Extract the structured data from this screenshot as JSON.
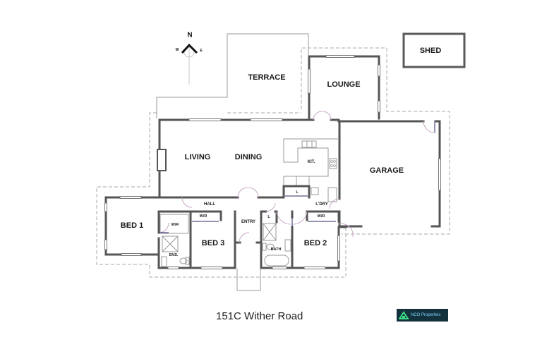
{
  "plan": {
    "title": "151C Wither Road",
    "compass": {
      "north": "N",
      "west": "W",
      "east": "E"
    },
    "rooms": {
      "shed": "SHED",
      "terrace": "TERRACE",
      "lounge": "LOUNGE",
      "living": "LIVING",
      "dining": "DINING",
      "kitchen": "KIT.",
      "garage": "GARAGE",
      "hall": "HALL",
      "laundry": "L'DRY",
      "linen_kitchen": "L",
      "linen_bath": "L",
      "bed1": "BED 1",
      "bed1_wardrobe": "W/R",
      "ensuite": "ENS.",
      "bed3": "BED 3",
      "bed3_wardrobe": "W/R",
      "entry": "ENTRY",
      "bath": "BATH",
      "bed2": "BED 2",
      "bed2_wardrobe": "W/R"
    },
    "colors": {
      "wall": "#555555",
      "thin_line": "#9a9a9a",
      "boundary_dash": "#a0a0a0",
      "door_swing": "#c9a9c9",
      "window": "#7a7a7a",
      "logo_bg": "#13303d",
      "logo_accent": "#3ddc84"
    }
  },
  "logo": {
    "icon": "house-icon",
    "text": "NCO Properties"
  }
}
